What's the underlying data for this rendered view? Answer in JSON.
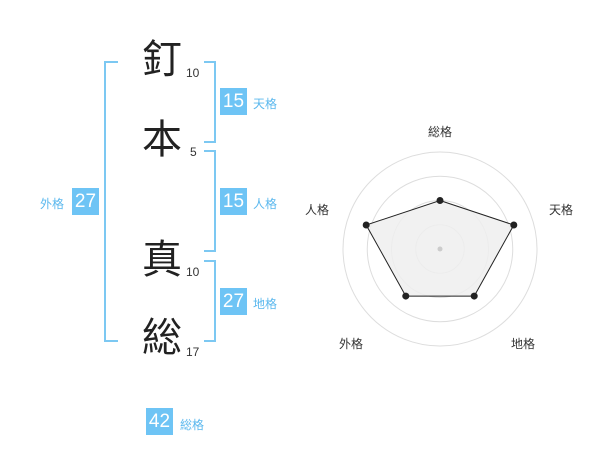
{
  "name": {
    "chars": [
      {
        "char": "釘",
        "strokes": "10"
      },
      {
        "char": "本",
        "strokes": "5"
      },
      {
        "char": "真",
        "strokes": "10"
      },
      {
        "char": "総",
        "strokes": "17"
      }
    ]
  },
  "fortune": {
    "tenkaku": {
      "value": "15",
      "label": "天格"
    },
    "jinkaku": {
      "value": "15",
      "label": "人格"
    },
    "chikaku": {
      "value": "27",
      "label": "地格"
    },
    "gaikaku": {
      "value": "27",
      "label": "外格"
    },
    "soukaku": {
      "value": "42",
      "label": "総格"
    }
  },
  "chart_data": {
    "type": "radar",
    "axes": [
      "総格",
      "天格",
      "地格",
      "外格",
      "人格"
    ],
    "values": [
      0.5,
      0.8,
      0.6,
      0.6,
      0.8
    ],
    "range": [
      0,
      1
    ],
    "rings": 4,
    "colors": {
      "fill": "#eeeeee",
      "line": "#222222",
      "ring": "#dddddd"
    }
  }
}
